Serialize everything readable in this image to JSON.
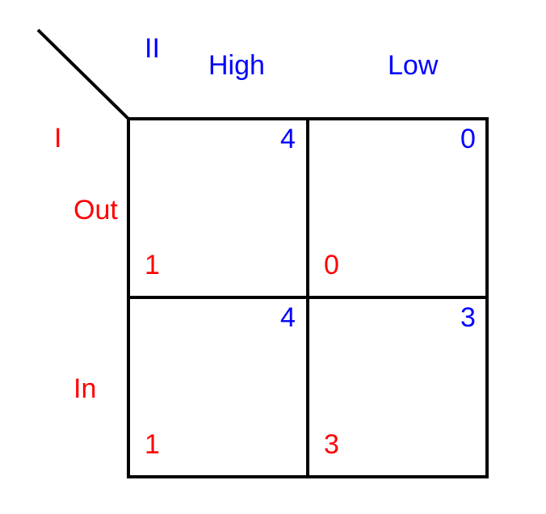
{
  "players": {
    "row": {
      "name": "I",
      "color": "#ff0000"
    },
    "col": {
      "name": "II",
      "color": "#0000ff"
    }
  },
  "strategies": {
    "row": [
      "Out",
      "In"
    ],
    "col": [
      "High",
      "Low"
    ]
  },
  "payoffs": {
    "out_high": {
      "p1": "1",
      "p2": "4"
    },
    "out_low": {
      "p1": "0",
      "p2": "0"
    },
    "in_high": {
      "p1": "1",
      "p2": "4"
    },
    "in_low": {
      "p1": "3",
      "p2": "3"
    }
  },
  "colors": {
    "grid": "#000000",
    "background": "#ffffff"
  }
}
